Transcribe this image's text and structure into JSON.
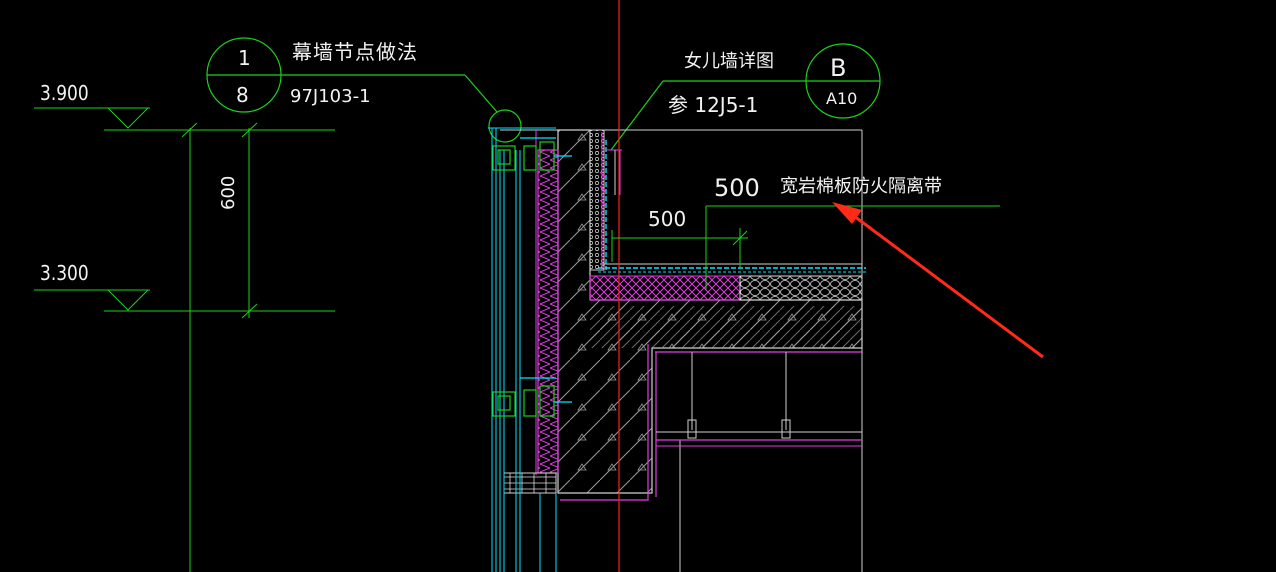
{
  "colors": {
    "background": "#000000",
    "green": "#19d219",
    "cyan": "#00e5ff",
    "magenta": "#e23ce2",
    "white": "#f2f2f2",
    "gray": "#9a9a9a",
    "red": "#ff2020",
    "arrow": "#ff2a1a"
  },
  "elevations": [
    {
      "value": "3.900"
    },
    {
      "value": "3.300"
    }
  ],
  "dimension_vertical": "600",
  "callout_1": {
    "top": "1",
    "bottom": "8",
    "title": "幕墙节点做法",
    "reference": "97J103-1"
  },
  "callout_b": {
    "top": "B",
    "bottom": "A10",
    "title": "女儿墙详图",
    "reference": "参 12J5-1"
  },
  "annotation": {
    "dimension": "500",
    "text": "宽岩棉板防火隔离带",
    "inner_dimension": "500"
  },
  "icons": {
    "arrow": "red-arrow-icon"
  }
}
